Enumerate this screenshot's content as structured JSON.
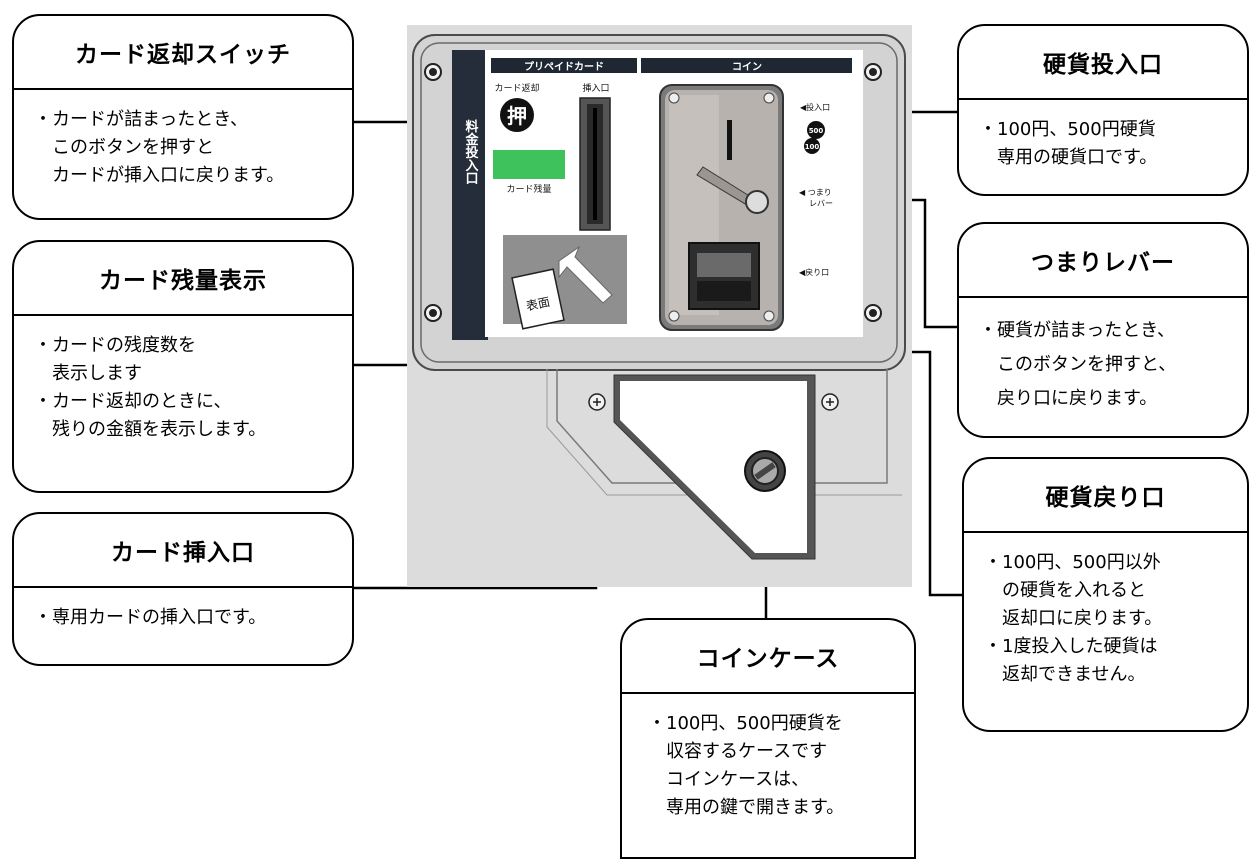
{
  "callouts": {
    "card_return_switch": {
      "title": "カード返却スイッチ",
      "body": "・カードが詰まったとき、\n　このボタンを押すと\n　カードが挿入口に戻ります。"
    },
    "card_balance_display": {
      "title": "カード残量表示",
      "body": "・カードの残度数を\n　表示します\n・カード返却のときに、\n　残りの金額を表示します。"
    },
    "card_slot": {
      "title": "カード挿入口",
      "body": "・専用カードの挿入口です。"
    },
    "coin_slot": {
      "title": "硬貨投入口",
      "body": "・100円、500円硬貨\n　専用の硬貨口です。"
    },
    "jam_lever": {
      "title": "つまりレバー",
      "body": "・硬貨が詰まったとき、\n　このボタンを押すと、\n　戻り口に戻ります。"
    },
    "coin_return": {
      "title": "硬貨戻り口",
      "body": "・100円、500円以外\n　の硬貨を入れると\n　返却口に戻ります。\n・1度投入した硬貨は\n　返却できません。"
    },
    "coin_case": {
      "title": "コインケース",
      "body": "・100円、500円硬貨を\n　収容するケースです\n　コインケースは、\n　専用の鍵で開きます。"
    }
  },
  "panel": {
    "side_label": "料金投入口",
    "prepaid_header": "プリペイドカード",
    "coin_header": "コイン",
    "card_return_label": "カード返却",
    "push_button_glyph": "押",
    "card_slot_label": "挿入口",
    "balance_label": "カード残量",
    "card_face_label": "表面",
    "coin_insert_label": "◀投入口",
    "coin_500": "500",
    "coin_100": "100",
    "jam_label_1": "◀ つまり",
    "jam_label_2": "レバー",
    "return_label": "◀戻り口"
  }
}
